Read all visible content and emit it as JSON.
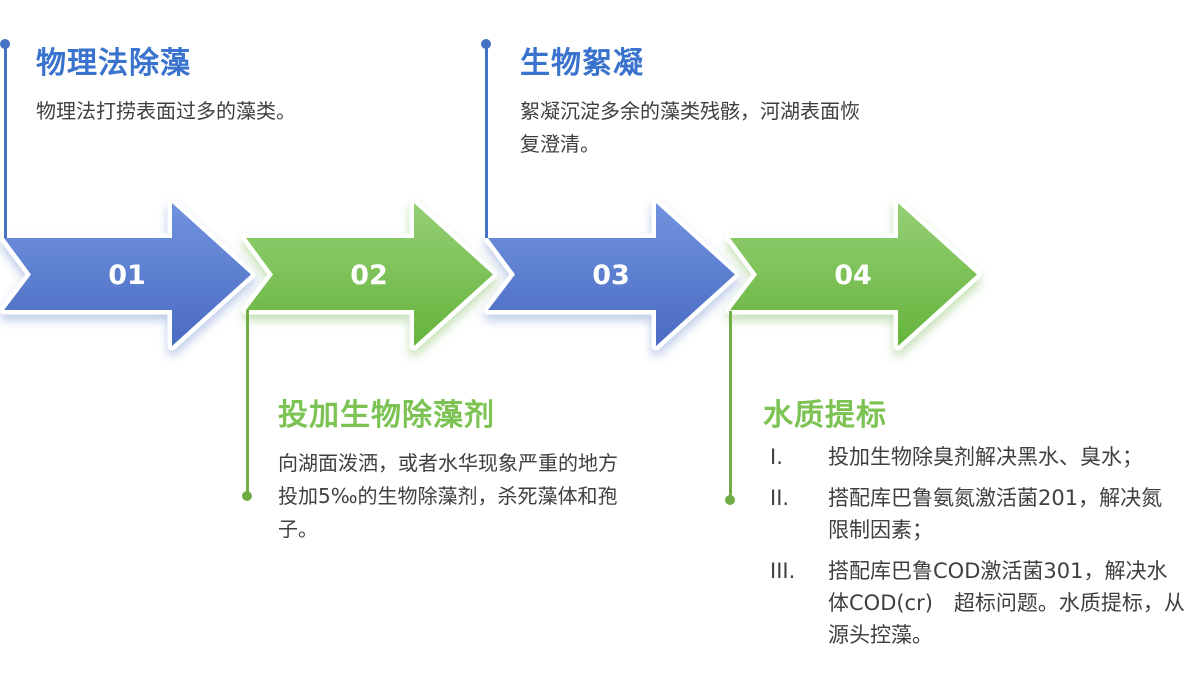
{
  "colors": {
    "line_blue": "#4472C4",
    "line_green": "#70AD47",
    "title_blue": "#3A73CD",
    "title_green": "#7CC353",
    "body_text": "#3F3F3F",
    "arrow_blue_top": "#7093DE",
    "arrow_blue_bottom": "#4A6BC2",
    "arrow_green_top": "#95CF75",
    "arrow_green_bottom": "#65B43C",
    "step_number": "#FFFFFF"
  },
  "steps": [
    {
      "number": "01",
      "color": "blue"
    },
    {
      "number": "02",
      "color": "green"
    },
    {
      "number": "03",
      "color": "blue"
    },
    {
      "number": "04",
      "color": "green"
    }
  ],
  "sections": [
    {
      "id": "physical-algae-removal",
      "title": "物理法除藻",
      "color": "blue",
      "position": "top",
      "description": "物理法打捞表面过多的藻类。"
    },
    {
      "id": "bio-flocculation",
      "title": "生物絮凝",
      "color": "blue",
      "position": "top",
      "description": "絮凝沉淀多余的藻类残骸，河湖表面恢\n复澄清。"
    },
    {
      "id": "add-bio-algaecide",
      "title": "投加生物除藻剂",
      "color": "green",
      "position": "bottom",
      "description": "向湖面泼洒，或者水华现象严重的地方\n投加5‰的生物除藻剂，杀死藻体和孢\n子。"
    },
    {
      "id": "water-quality-upgrade",
      "title": "水质提标",
      "color": "green",
      "position": "bottom",
      "list": [
        {
          "numeral": "I.",
          "text": "投加生物除臭剂解决黑水、臭水；"
        },
        {
          "numeral": "II.",
          "text": "搭配库巴鲁氨氮激活菌201，解决氮\n限制因素；"
        },
        {
          "numeral": "III.",
          "text": "搭配库巴鲁COD激活菌301，解决水\n体COD(cr)　超标问题。水质提标，从\n源头控藻。"
        }
      ]
    }
  ]
}
